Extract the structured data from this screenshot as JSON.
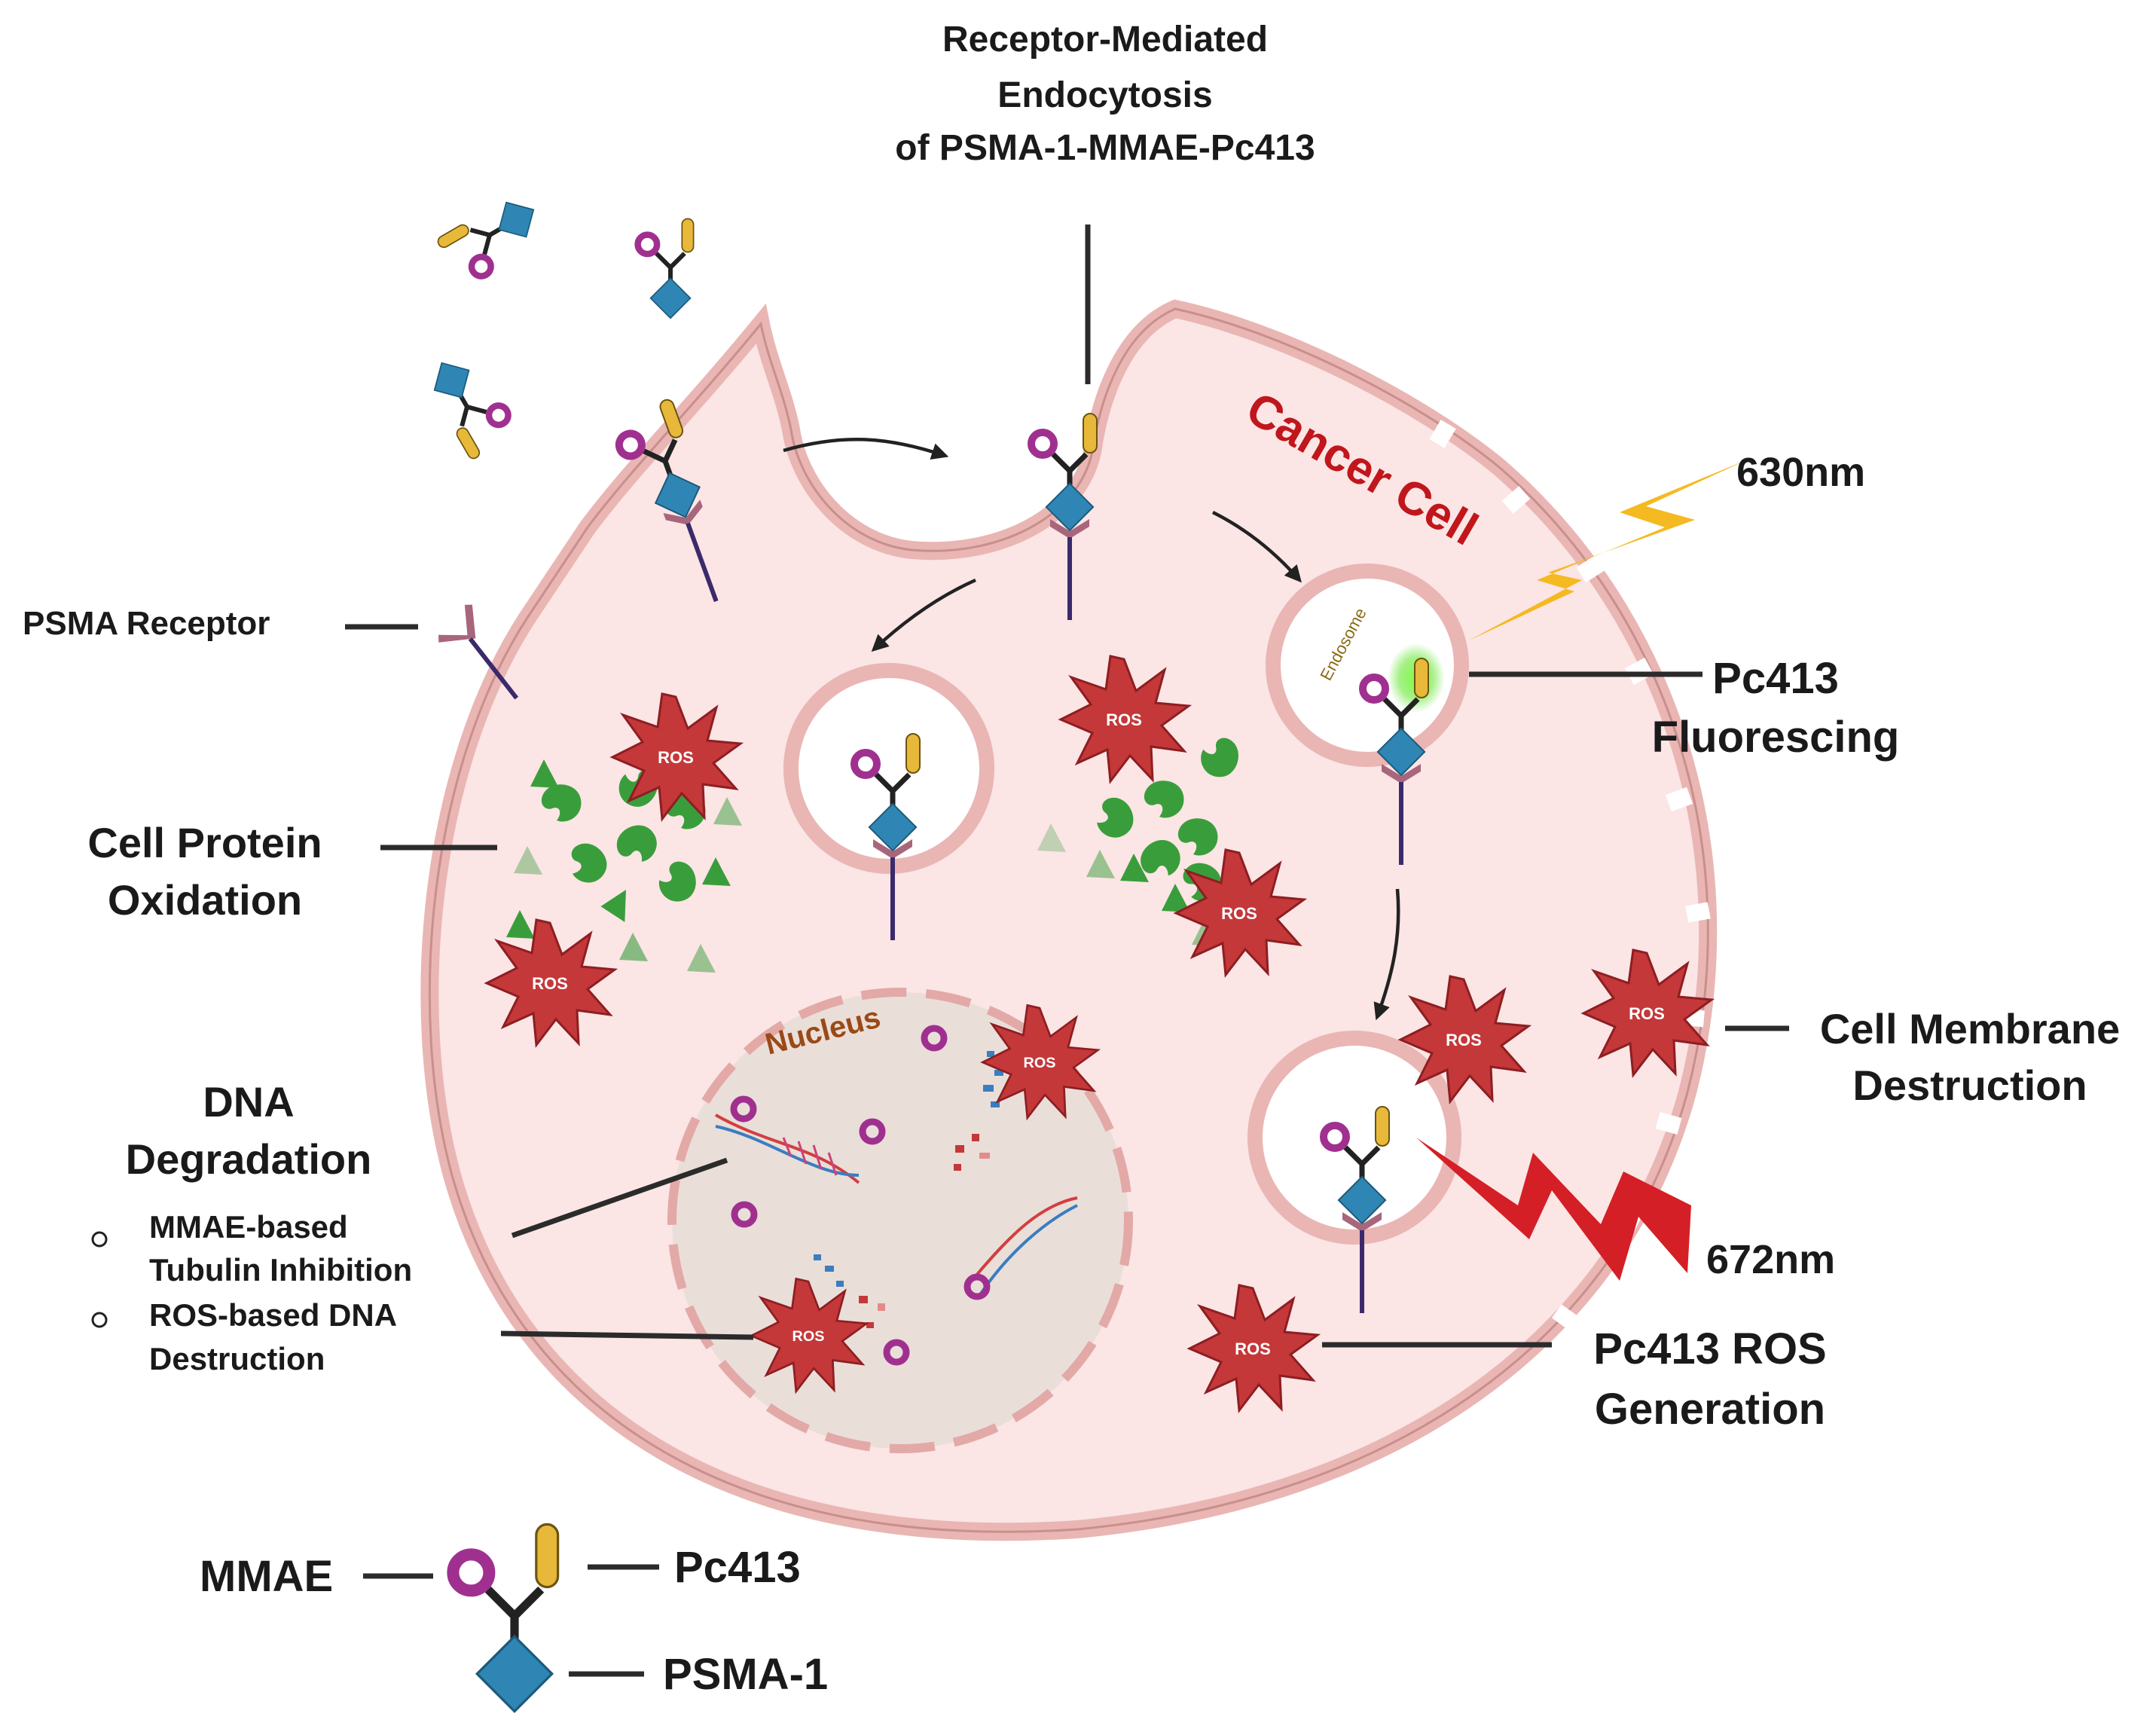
{
  "title_lines": [
    "Receptor-Mediated",
    "Endocytosis",
    "of PSMA-1-MMAE-Pc413"
  ],
  "cell_label": "Cancer Cell",
  "endosome_label": "Endosome",
  "nucleus_label": "Nucleus",
  "ros_label": "ROS",
  "labels": {
    "psma_receptor": "PSMA Receptor",
    "cell_protein_1": "Cell Protein",
    "cell_protein_2": "Oxidation",
    "dna_1": "DNA",
    "dna_2": "Degradation",
    "bullet1_1": "MMAE-based",
    "bullet1_2": "Tubulin Inhibition",
    "bullet2_1": "ROS-based DNA",
    "bullet2_2": "Destruction",
    "fluor_1": "Pc413",
    "fluor_2": "Fluorescing",
    "membrane_1": "Cell Membrane",
    "membrane_2": "Destruction",
    "rosgen_1": "Pc413 ROS",
    "rosgen_2": "Generation",
    "nm630": "630nm",
    "nm672": "672nm"
  },
  "legend": {
    "mmae": "MMAE",
    "pc413": "Pc413",
    "psma1": "PSMA-1"
  },
  "colors": {
    "cell_fill": "#fbe5e5",
    "membrane": "#e9b6b4",
    "membrane_stroke": "#c98f8d",
    "nucleus_fill": "#eaded9",
    "psma_blue": "#2f86b4",
    "mmae_magenta": "#a0308f",
    "pc413_yellow": "#e8b83a",
    "protein_green": "#3a9d3c",
    "ros_red": "#c4383a",
    "bolt_630": "#f5b921",
    "bolt_672": "#d41f26",
    "cell_label": "#c0161c",
    "endosome_label": "#8a6a14",
    "nucleus_label": "#9a4a17",
    "receptor_purple": "#3b2a6b",
    "receptor_mauve": "#a8667c"
  }
}
